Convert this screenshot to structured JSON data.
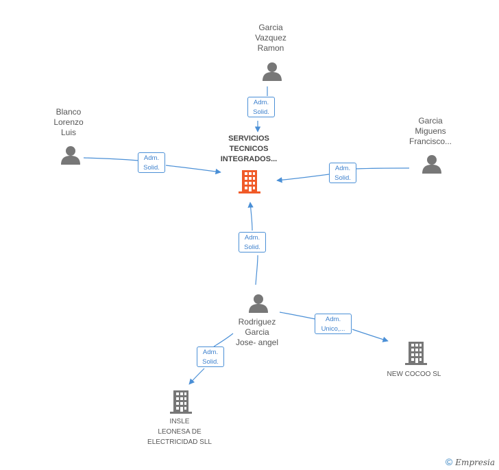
{
  "nodes": {
    "center": {
      "name": "SERVICIOS\nTECNICOS\nINTEGRADOS...",
      "type": "company",
      "color": "#f05a28"
    },
    "garcia_vazquez": {
      "name": "Garcia\nVazquez\nRamon",
      "type": "person"
    },
    "blanco": {
      "name": "Blanco\nLorenzo\nLuis",
      "type": "person"
    },
    "garcia_miguens": {
      "name": "Garcia\nMiguens\nFrancisco...",
      "type": "person"
    },
    "rodriguez": {
      "name": "Rodriguez\nGarcia\nJose- angel",
      "type": "person"
    },
    "new_cocoo": {
      "name": "NEW COCOO SL",
      "type": "company"
    },
    "insle": {
      "name": "INSLE\nLEONESA DE\nELECTRICIDAD SLL",
      "type": "company"
    }
  },
  "edges": [
    {
      "from": "garcia_vazquez",
      "to": "center",
      "label": "Adm.\nSolid."
    },
    {
      "from": "blanco",
      "to": "center",
      "label": "Adm.\nSolid."
    },
    {
      "from": "garcia_miguens",
      "to": "center",
      "label": "Adm.\nSolid."
    },
    {
      "from": "rodriguez",
      "to": "center",
      "label": "Adm.\nSolid."
    },
    {
      "from": "rodriguez",
      "to": "new_cocoo",
      "label": "Adm.\nUnico,..."
    },
    {
      "from": "rodriguez",
      "to": "insle",
      "label": "Adm.\nSolid."
    }
  ],
  "colors": {
    "edge": "#4a8fd6",
    "icon": "#777777",
    "center": "#f05a28"
  },
  "footer": {
    "copyright": "©",
    "brand": "Empresia"
  }
}
